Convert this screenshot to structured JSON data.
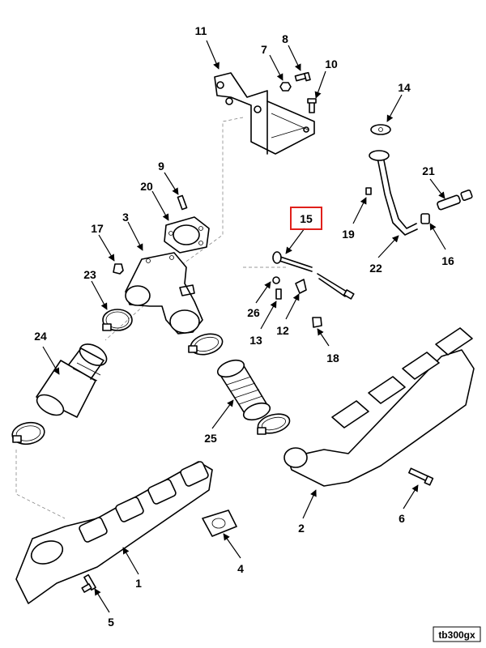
{
  "diagram": {
    "highlight_color": "#e0201b",
    "highlighted_callout": "15",
    "drawing_tag": "tb300gx",
    "callouts": {
      "c1": "1",
      "c2": "2",
      "c3": "3",
      "c4": "4",
      "c5": "5",
      "c6": "6",
      "c7": "7",
      "c8": "8",
      "c9": "9",
      "c10": "10",
      "c11": "11",
      "c12": "12",
      "c13": "13",
      "c14": "14",
      "c15": "15",
      "c16": "16",
      "c17": "17",
      "c18": "18",
      "c19": "19",
      "c20": "20",
      "c21": "21",
      "c22": "22",
      "c23": "23",
      "c24": "24",
      "c25": "25",
      "c26": "26"
    }
  }
}
